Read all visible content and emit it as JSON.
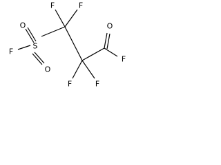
{
  "molecule": {
    "atoms": {
      "f_top_left": "F",
      "f_top_right": "F",
      "f_sulfonyl": "F",
      "s_center": "S",
      "o_upper": "O",
      "o_lower": "O",
      "o_carbonyl": "O",
      "f_acyl": "F",
      "f_bottom_left": "F",
      "f_bottom_right": "F"
    },
    "colors": {
      "ink": "#000000",
      "background": "#ffffff"
    }
  }
}
